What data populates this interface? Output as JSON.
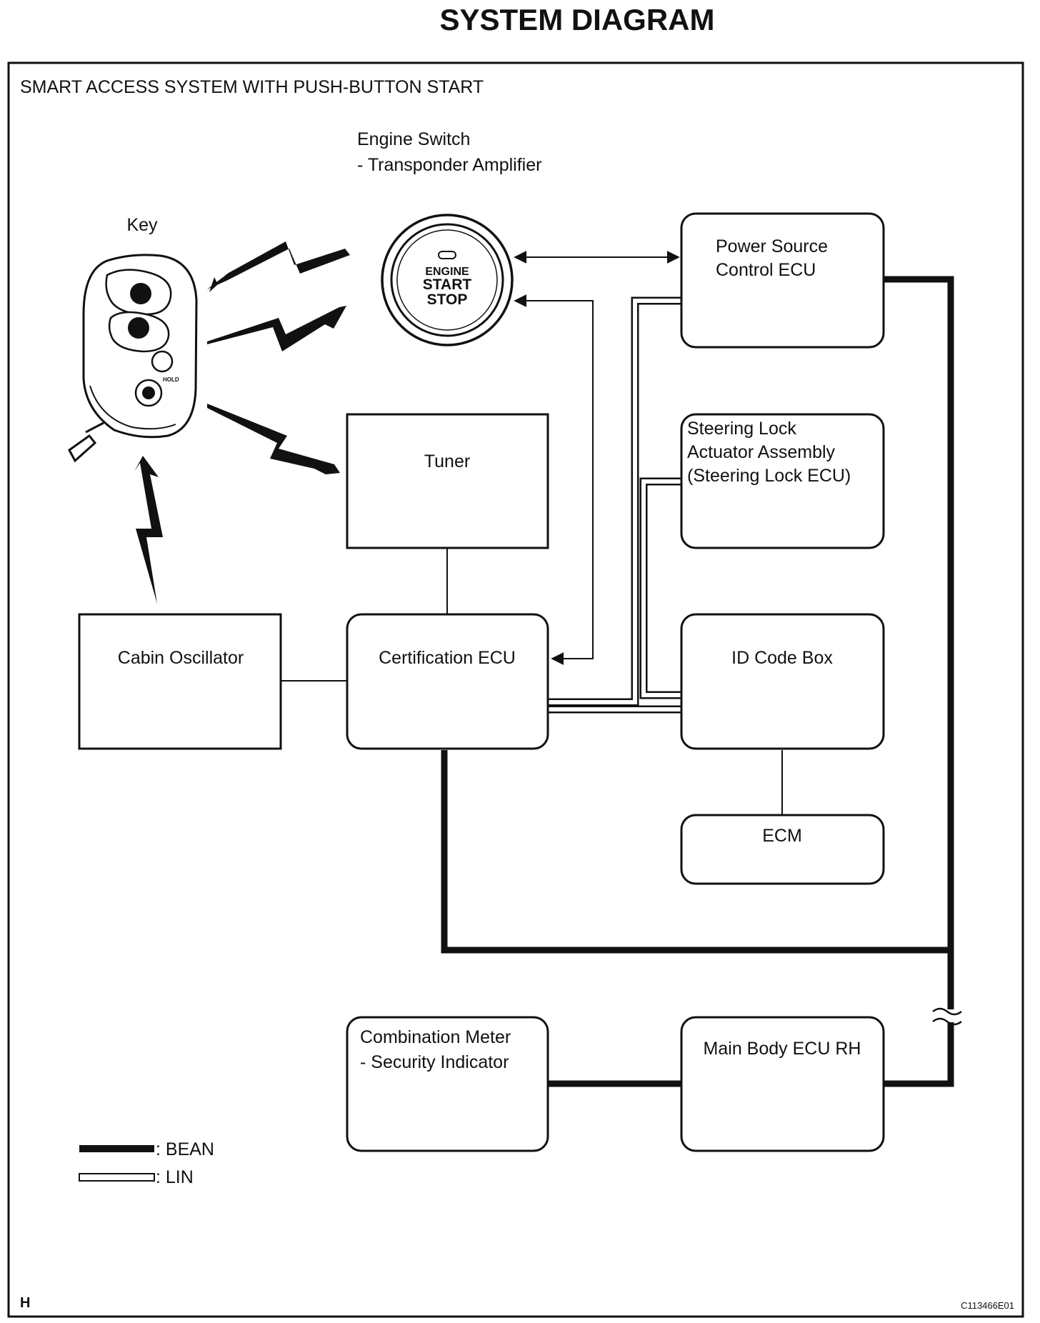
{
  "page_title": "SYSTEM DIAGRAM",
  "frame_title": "SMART ACCESS SYSTEM WITH PUSH-BUTTON START",
  "engine_switch": {
    "label_lines": [
      "Engine Switch",
      "- Transponder Amplifier"
    ],
    "button_text": [
      "ENGINE",
      "START",
      "STOP"
    ]
  },
  "key": {
    "label": "Key",
    "button_tag": "HOLD"
  },
  "boxes": {
    "power_source": [
      "Power Source",
      "Control ECU"
    ],
    "steering_lock": [
      "Steering Lock",
      "Actuator Assembly",
      "(Steering Lock ECU)"
    ],
    "tuner": [
      "Tuner"
    ],
    "cabin_oscillator": [
      "Cabin Oscillator"
    ],
    "certification_ecu": [
      "Certification ECU"
    ],
    "id_code_box": [
      "ID Code Box"
    ],
    "ecm": [
      "ECM"
    ],
    "combination_meter": [
      "Combination Meter",
      "- Security Indicator"
    ],
    "main_body_ecu": [
      "Main Body ECU RH"
    ]
  },
  "legend": {
    "bean": ": BEAN",
    "lin": ": LIN"
  },
  "footer": {
    "left_code": "H",
    "right_code": "C113466E01"
  },
  "icons": [
    "key-fob-icon",
    "engine-start-button-icon",
    "wireless-signal-icon"
  ],
  "colors": {
    "line": "#111111",
    "background": "#ffffff"
  }
}
